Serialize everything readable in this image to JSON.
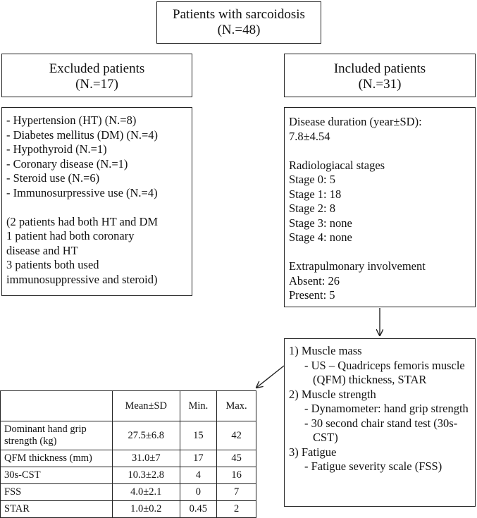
{
  "top": {
    "title": "Patients with sarcoidosis",
    "count": "(N.=48)"
  },
  "excluded": {
    "title": "Excluded patients",
    "count": "(N.=17)",
    "items": [
      "- Hypertension (HT) (N.=8)",
      "- Diabetes mellitus (DM) (N.=4)",
      "- Hypothyroid (N.=1)",
      "- Coronary disease (N.=1)",
      "- Steroid use (N.=6)",
      "- Immunosurpressive use (N.=4)"
    ],
    "notes": [
      "(2 patients had both HT and DM",
      "1 patient had both coronary",
      "disease and HT",
      "3 patients both used",
      "immunosuppressive and steroid)"
    ]
  },
  "included": {
    "title": "Included patients",
    "count": "(N.=31)",
    "duration_label": "Disease duration (year±SD):",
    "duration_value": "7.8±4.54",
    "stages_title": "Radiologiacal stages",
    "stages": [
      "Stage 0: 5",
      "Stage 1: 18",
      "Stage 2: 8",
      "Stage 3: none",
      "Stage 4: none"
    ],
    "extra_title": "Extrapulmonary involvement",
    "extra": [
      "Absent: 26",
      "Present: 5"
    ]
  },
  "measures": {
    "mass_title": "1) Muscle mass",
    "mass_item": "- US – Quadriceps femoris muscle (QFM) thickness, STAR",
    "strength_title": "2) Muscle strength",
    "strength_items": [
      "- Dynamometer: hand grip strength",
      "- 30 second chair stand test (30s-CST)"
    ],
    "fatigue_title": "3) Fatigue",
    "fatigue_item": "- Fatigue severity scale (FSS)"
  },
  "table": {
    "headers": [
      "",
      "Mean±SD",
      "Min.",
      "Max."
    ],
    "rows": [
      [
        "Dominant hand grip strength (kg)",
        "27.5±6.8",
        "15",
        "42"
      ],
      [
        "QFM thickness (mm)",
        "31.0±7",
        "17",
        "45"
      ],
      [
        "30s-CST",
        "10.3±2.8",
        "4",
        "16"
      ],
      [
        "FSS",
        "4.0±2.1",
        "0",
        "7"
      ],
      [
        "STAR",
        "1.0±0.2",
        "0.45",
        "2"
      ]
    ]
  }
}
